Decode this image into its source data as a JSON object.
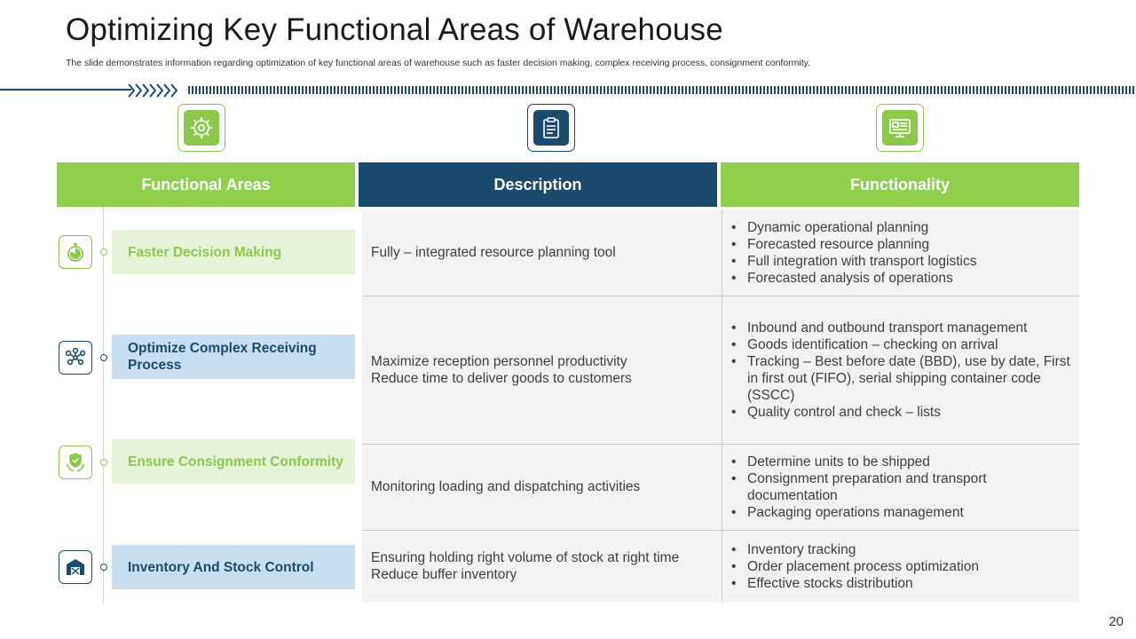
{
  "slide": {
    "title": "Optimizing Key Functional Areas of Warehouse",
    "subtitle": "The slide demonstrates information regarding optimization of key functional areas of warehouse such as faster decision making, complex receiving process, consignment conformity.",
    "page_number": "20"
  },
  "colors": {
    "green": "#8fcf4e",
    "navy": "#1b4b6c",
    "light_green": "#e6f3d8",
    "light_blue": "#c9dff0",
    "cell_gray": "#f2f2f2"
  },
  "header_icons": [
    "gear-wheel-icon",
    "clipboard-icon",
    "monitor-icon"
  ],
  "columns": [
    "Functional Areas",
    "Description",
    "Functionality"
  ],
  "rows": [
    {
      "icon": "stopwatch-icon",
      "area": "Faster Decision Making",
      "description": [
        "Fully – integrated resource planning tool"
      ],
      "functionality": [
        "Dynamic operational planning",
        "Forecasted resource planning",
        "Full integration with transport logistics",
        "Forecasted analysis of operations"
      ]
    },
    {
      "icon": "network-icon",
      "area": "Optimize Complex Receiving Process",
      "description": [
        "Maximize reception personnel  productivity",
        "Reduce time to deliver goods to customers"
      ],
      "functionality": [
        "Inbound and outbound transport management",
        "Goods identification – checking on arrival",
        "Tracking – Best before date (BBD), use by date, First in first out (FIFO),  serial shipping container code (SSCC)",
        "Quality control and check – lists"
      ]
    },
    {
      "icon": "shield-hands-icon",
      "area": "Ensure Consignment Conformity",
      "description": [
        "Monitoring loading and dispatching activities"
      ],
      "functionality": [
        "Determine units to be shipped",
        "Consignment preparation and transport documentation",
        "Packaging operations management"
      ]
    },
    {
      "icon": "warehouse-icon",
      "area": "Inventory And Stock Control",
      "description": [
        "Ensuring holding right volume  of stock at right time",
        "Reduce buffer inventory"
      ],
      "functionality": [
        "Inventory  tracking",
        "Order placement process optimization",
        "Effective stocks distribution"
      ]
    }
  ]
}
